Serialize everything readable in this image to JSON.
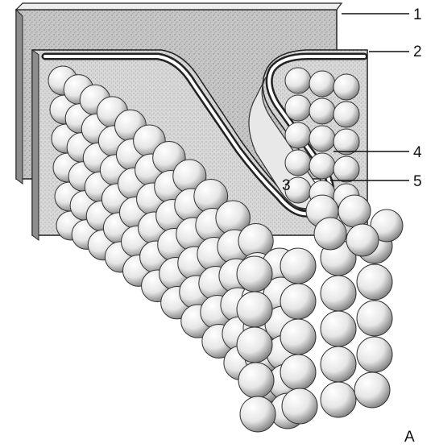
{
  "labels": {
    "l1": "1",
    "l2": "2",
    "l3": "3",
    "l4": "4",
    "l5": "5",
    "panel": "A"
  },
  "colors": {
    "ink": "#111111",
    "back_sheet": "#bdbdbd",
    "front_sheet": "#d3d3d3",
    "sphere_light": "#ffffff",
    "sphere_shade": "#8a8a8a",
    "channel": "#e4e4e4"
  }
}
